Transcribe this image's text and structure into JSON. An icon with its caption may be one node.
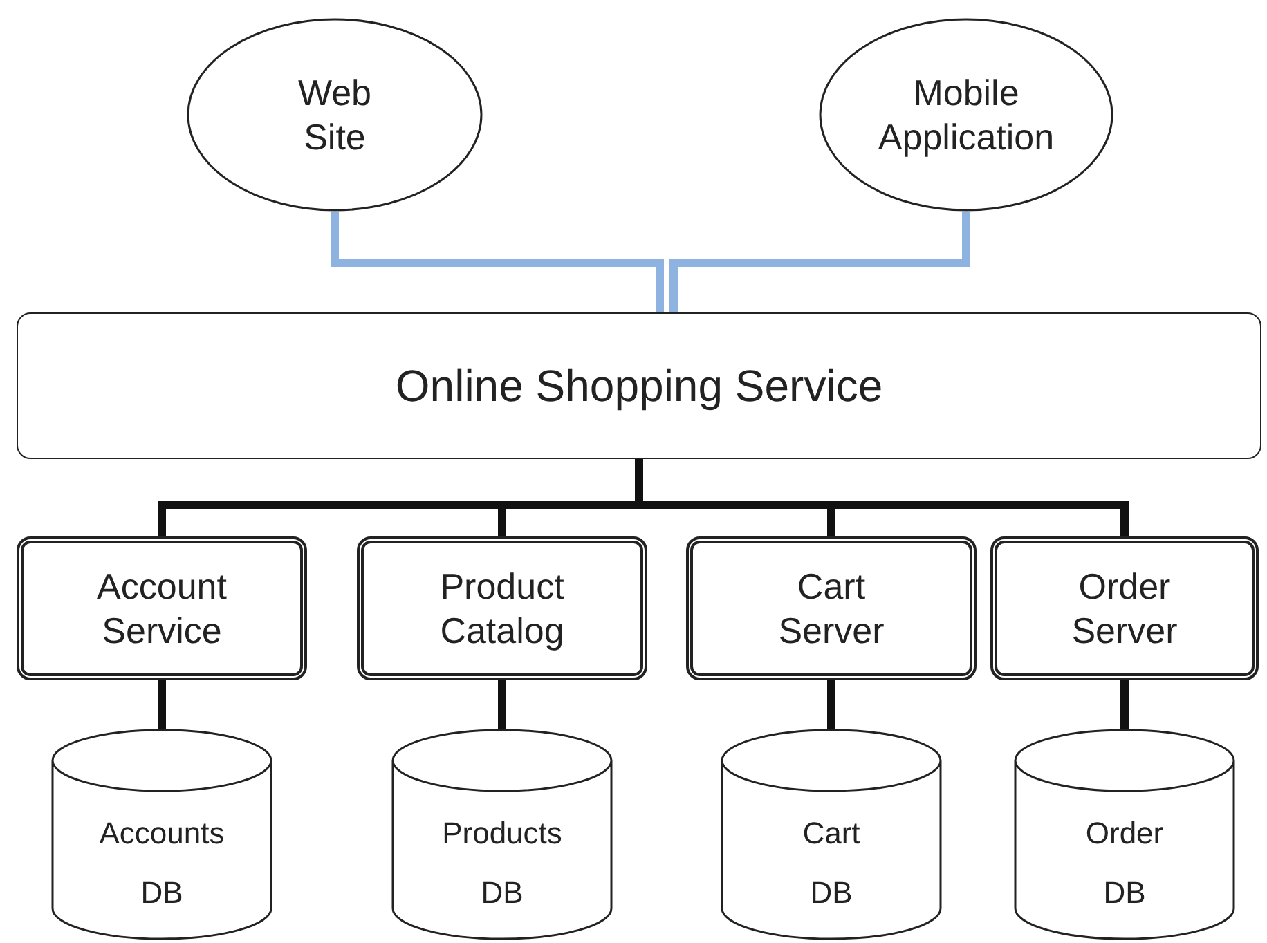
{
  "diagram": {
    "nodes": [
      {
        "text": [
          "Web Site"
        ]
      },
      {
        "text": [
          "Mobile Application"
        ]
      },
      {
        "text": [
          "Online Shopping Service"
        ]
      },
      {
        "text": [
          "Account Service"
        ]
      },
      {
        "text": [
          "Product Catalog"
        ]
      },
      {
        "text": [
          "Cart Server"
        ]
      },
      {
        "text": [
          "Order Server"
        ]
      },
      {
        "text": [
          "Accounts",
          "DB"
        ]
      },
      {
        "text": [
          "Products",
          "DB"
        ]
      },
      {
        "text": [
          "Cart",
          "DB"
        ]
      },
      {
        "text": [
          "Order",
          "DB"
        ]
      }
    ],
    "edges": [
      {
        "from": 0,
        "to": 2,
        "arrow": "none",
        "color": "#8fb3e0"
      },
      {
        "from": 1,
        "to": 2,
        "arrow": "none",
        "color": "#8fb3e0"
      },
      {
        "from": 2,
        "to": 3,
        "arrow": "none"
      },
      {
        "from": 2,
        "to": 4,
        "arrow": "none"
      },
      {
        "from": 2,
        "to": 5,
        "arrow": "none"
      },
      {
        "from": 2,
        "to": 6,
        "arrow": "none"
      },
      {
        "from": 3,
        "to": 7,
        "arrow": "none"
      },
      {
        "from": 4,
        "to": 8,
        "arrow": "none"
      },
      {
        "from": 5,
        "to": 9,
        "arrow": "none"
      },
      {
        "from": 6,
        "to": 10,
        "arrow": "none"
      }
    ]
  }
}
